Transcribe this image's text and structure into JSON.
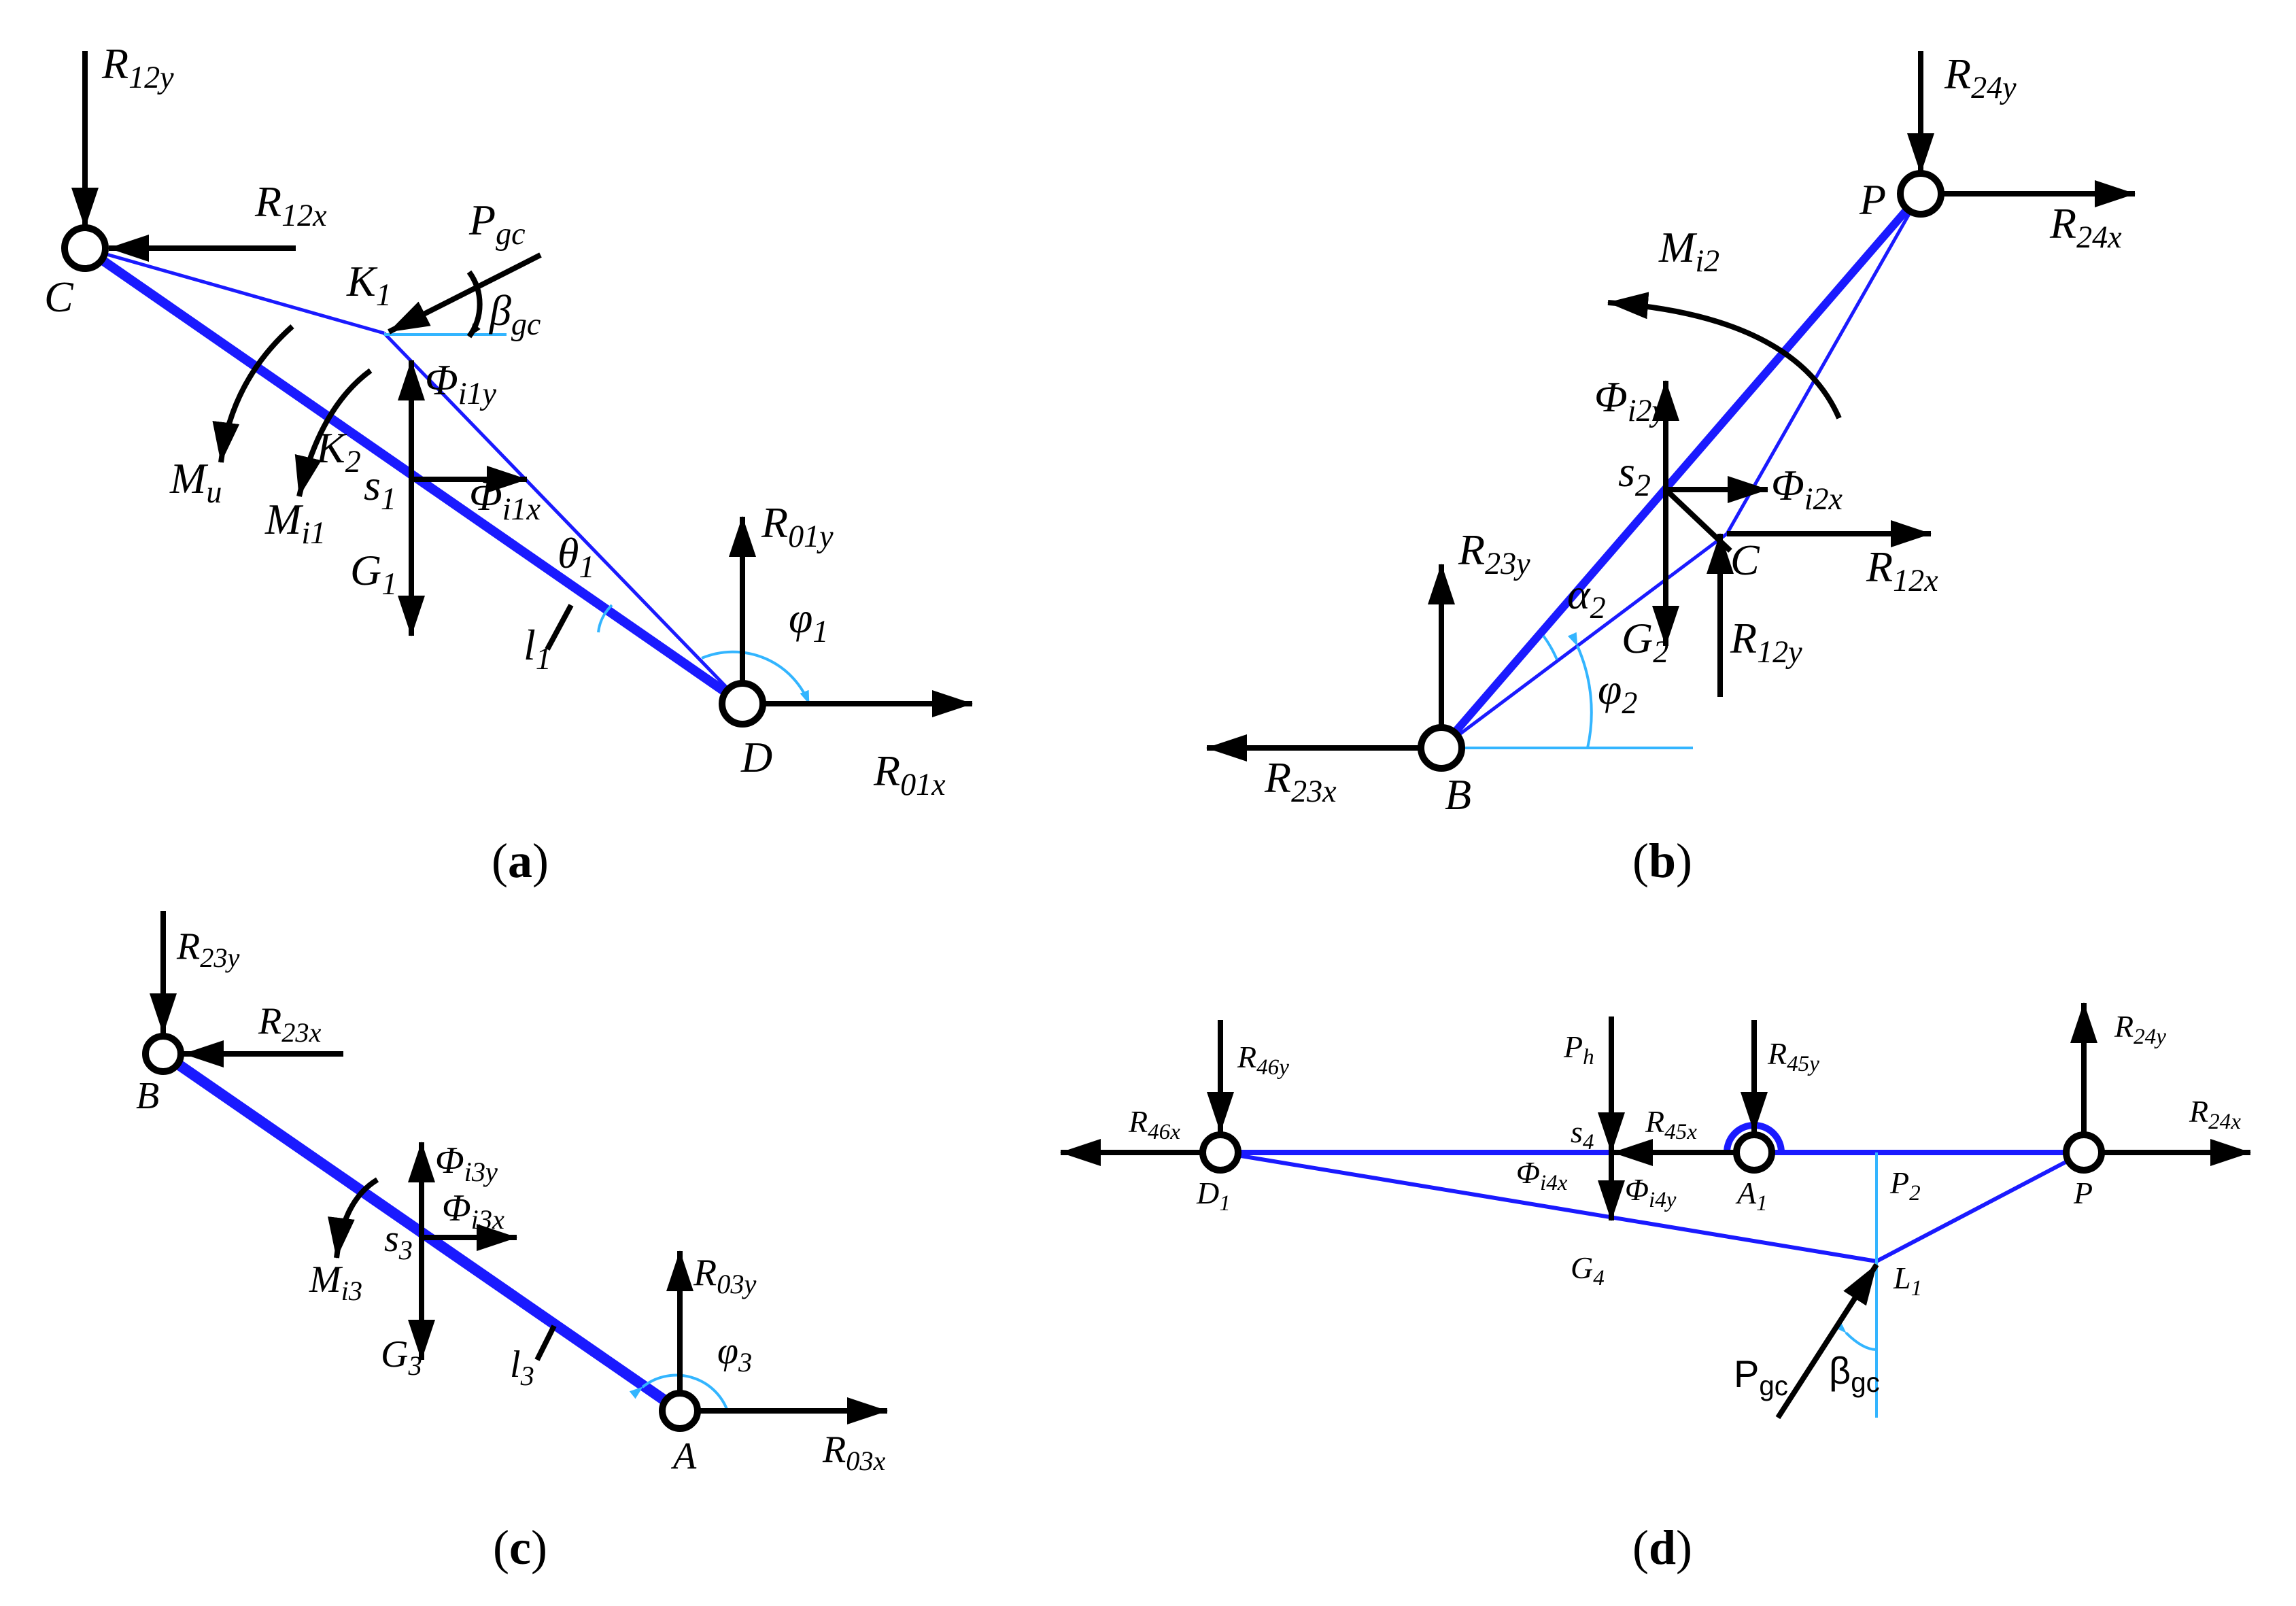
{
  "panels": {
    "a": {
      "caption_letter": "a",
      "labels": {
        "R12y": {
          "main": "R",
          "sub": "12y"
        },
        "R12x": {
          "main": "R",
          "sub": "12x"
        },
        "Pgc": {
          "main": "P",
          "sub": "gc"
        },
        "C": {
          "main": "C",
          "sub": ""
        },
        "K1": {
          "main": "K",
          "sub": "1"
        },
        "beta_gc": {
          "main": "β",
          "sub": "gc"
        },
        "Phi_i1y": {
          "main": "Φ",
          "sub": "i1y"
        },
        "K2": {
          "main": "K",
          "sub": "2"
        },
        "Mu": {
          "main": "M",
          "sub": "u"
        },
        "s1": {
          "main": "s",
          "sub": "1"
        },
        "Phi_i1x": {
          "main": "Φ",
          "sub": "i1x"
        },
        "Mi1": {
          "main": "M",
          "sub": "i1"
        },
        "R01y": {
          "main": "R",
          "sub": "01y"
        },
        "theta1": {
          "main": "θ",
          "sub": "1"
        },
        "G1": {
          "main": "G",
          "sub": "1"
        },
        "phi1": {
          "main": "φ",
          "sub": "1"
        },
        "l1": {
          "main": "l",
          "sub": "1"
        },
        "D": {
          "main": "D",
          "sub": ""
        },
        "R01x": {
          "main": "R",
          "sub": "01x"
        }
      }
    },
    "b": {
      "caption_letter": "b",
      "labels": {
        "R24y": {
          "main": "R",
          "sub": "24y"
        },
        "P": {
          "main": "P",
          "sub": ""
        },
        "R24x": {
          "main": "R",
          "sub": "24x"
        },
        "Mi2": {
          "main": "M",
          "sub": "i2"
        },
        "Phi_i2y": {
          "main": "Φ",
          "sub": "i2y"
        },
        "s2": {
          "main": "s",
          "sub": "2"
        },
        "Phi_i2x": {
          "main": "Φ",
          "sub": "i2x"
        },
        "R23y": {
          "main": "R",
          "sub": "23y"
        },
        "C": {
          "main": "C",
          "sub": ""
        },
        "R12x": {
          "main": "R",
          "sub": "12x"
        },
        "alpha2": {
          "main": "α",
          "sub": "2"
        },
        "G2": {
          "main": "G",
          "sub": "2"
        },
        "R12y": {
          "main": "R",
          "sub": "12y"
        },
        "phi2": {
          "main": "φ",
          "sub": "2"
        },
        "R23x": {
          "main": "R",
          "sub": "23x"
        },
        "B": {
          "main": "B",
          "sub": ""
        }
      }
    },
    "c": {
      "caption_letter": "c",
      "labels": {
        "R23y": {
          "main": "R",
          "sub": "23y"
        },
        "R23x": {
          "main": "R",
          "sub": "23x"
        },
        "B": {
          "main": "B",
          "sub": ""
        },
        "Phi_i3y": {
          "main": "Φ",
          "sub": "i3y"
        },
        "Phi_i3x": {
          "main": "Φ",
          "sub": "i3x"
        },
        "s3": {
          "main": "s",
          "sub": "3"
        },
        "Mi3": {
          "main": "M",
          "sub": "i3"
        },
        "R03y": {
          "main": "R",
          "sub": "03y"
        },
        "phi3": {
          "main": "φ",
          "sub": "3"
        },
        "G3": {
          "main": "G",
          "sub": "3"
        },
        "l3": {
          "main": "l",
          "sub": "3"
        },
        "A": {
          "main": "A",
          "sub": ""
        },
        "R03x": {
          "main": "R",
          "sub": "03x"
        }
      }
    },
    "d": {
      "caption_letter": "d",
      "labels": {
        "R46y": {
          "main": "R",
          "sub": "46y"
        },
        "Ph": {
          "main": "P",
          "sub": "h"
        },
        "R45y": {
          "main": "R",
          "sub": "45y"
        },
        "R24y": {
          "main": "R",
          "sub": "24y"
        },
        "R46x": {
          "main": "R",
          "sub": "46x"
        },
        "s4": {
          "main": "s",
          "sub": "4"
        },
        "R45x": {
          "main": "R",
          "sub": "45x"
        },
        "R24x": {
          "main": "R",
          "sub": "24x"
        },
        "D1": {
          "main": "D",
          "sub": "1"
        },
        "Phi_i4x": {
          "main": "Φ",
          "sub": "i4x"
        },
        "A1": {
          "main": "A",
          "sub": "1"
        },
        "P2": {
          "main": "P",
          "sub": "2"
        },
        "P": {
          "main": "P",
          "sub": ""
        },
        "Phi_i4y": {
          "main": "Φ",
          "sub": "i4y"
        },
        "G4": {
          "main": "G",
          "sub": "4"
        },
        "L1": {
          "main": "L",
          "sub": "1"
        },
        "Pgc": {
          "main": "P",
          "sub": "gc"
        },
        "beta_gc": {
          "main": "β",
          "sub": "gc"
        }
      }
    }
  },
  "colors": {
    "link": "#1a1aff",
    "construction_line": "#33b5ff",
    "force_arrow": "#000000"
  }
}
